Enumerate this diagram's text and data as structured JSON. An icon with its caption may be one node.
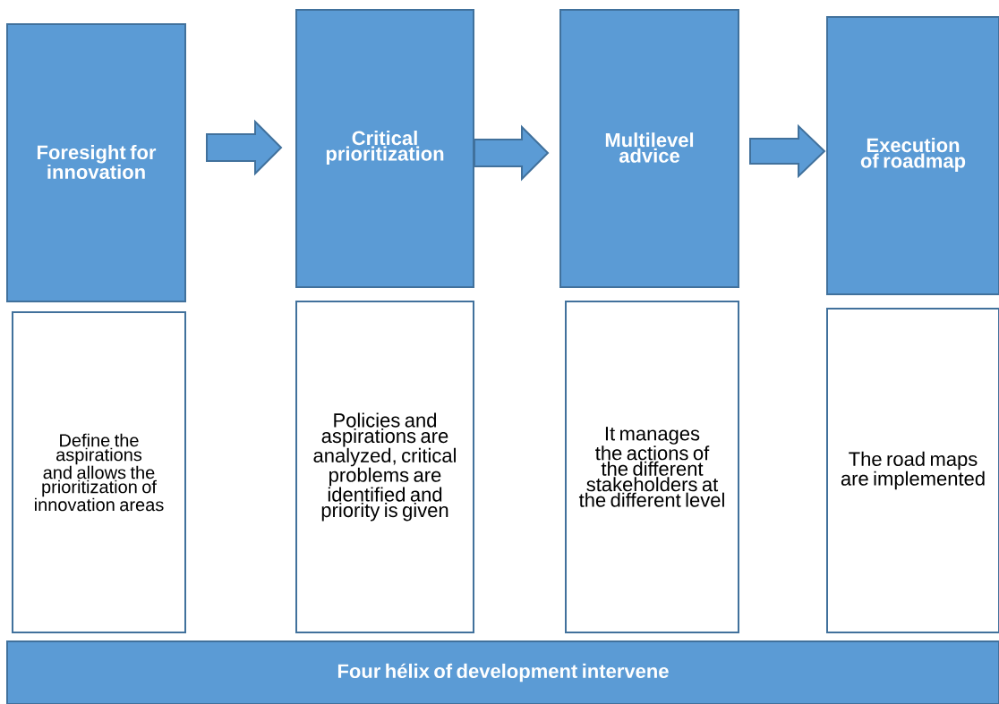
{
  "diagram": {
    "nodes": [
      {
        "text": [
          "Foresight for innovation"
        ]
      },
      {
        "text": [
          "Critical prioritization"
        ]
      },
      {
        "text": [
          "Multilevel advice"
        ]
      },
      {
        "text": [
          "Execution of roadmap"
        ]
      },
      {
        "text": [
          "Define the aspirations and allows the prioritization of innovation areas"
        ]
      },
      {
        "text": [
          "Policies and aspirations are analyzed, critical problems are identified and priority is given"
        ]
      },
      {
        "text": [
          "It manages the actions of the different stakeholders at the different level"
        ]
      },
      {
        "text": [
          "The road maps are implemented"
        ]
      },
      {
        "text": [
          "Four hélix of development intervene"
        ]
      }
    ],
    "edges": [
      {
        "from": 0,
        "to": 1,
        "arrow": "to"
      },
      {
        "from": 1,
        "to": 2,
        "arrow": "to"
      },
      {
        "from": 2,
        "to": 3,
        "arrow": "to"
      }
    ]
  }
}
